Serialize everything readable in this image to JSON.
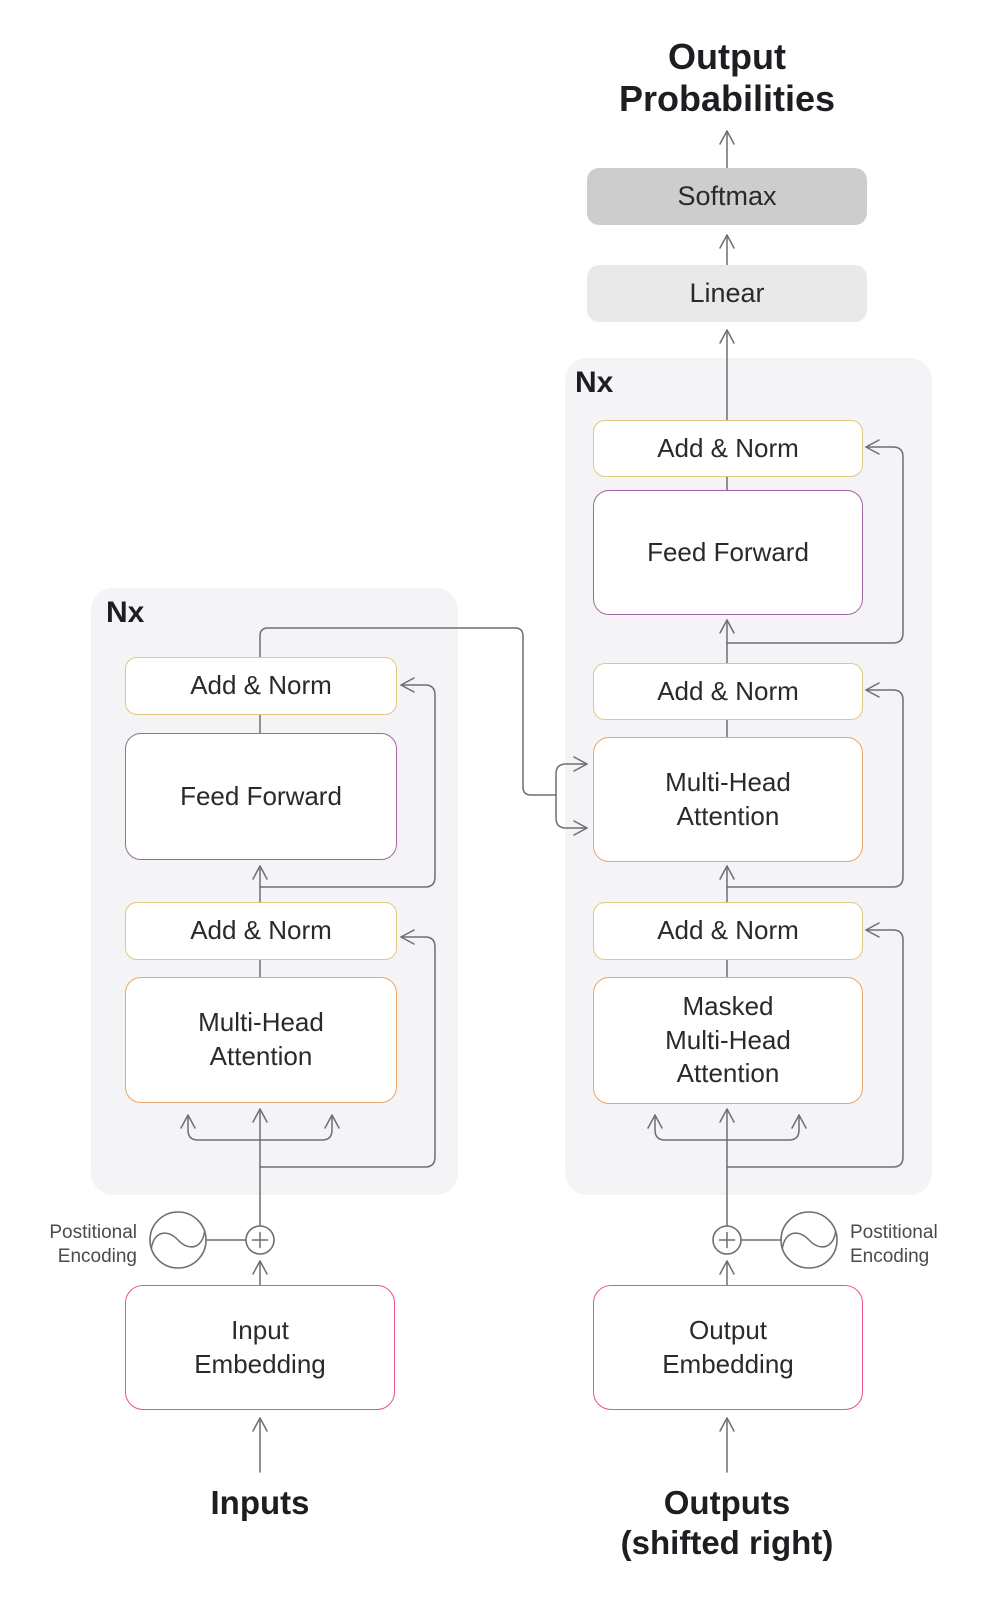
{
  "title_lines": [
    "Output",
    "Probabilities"
  ],
  "head": {
    "softmax": "Softmax",
    "linear": "Linear"
  },
  "decoder": {
    "nx": "Nx",
    "add_norm_top": "Add & Norm",
    "feed_forward": "Feed Forward",
    "add_norm_mid": "Add & Norm",
    "attention_lines": [
      "Multi-Head",
      "Attention"
    ],
    "add_norm_bottom": "Add & Norm",
    "masked_attention_lines": [
      "Masked",
      "Multi-Head",
      "Attention"
    ],
    "embedding_lines": [
      "Output",
      "Embedding"
    ],
    "pos_label_lines": [
      "Postitional",
      "Encoding"
    ],
    "bottom_label_lines": [
      "Outputs",
      "(shifted right)"
    ]
  },
  "encoder": {
    "nx": "Nx",
    "add_norm_top": "Add & Norm",
    "feed_forward": "Feed Forward",
    "add_norm_bottom": "Add & Norm",
    "attention_lines": [
      "Multi-Head",
      "Attention"
    ],
    "embedding_lines": [
      "Input",
      "Embedding"
    ],
    "pos_label_lines": [
      "Postitional",
      "Encoding"
    ],
    "bottom_label": "Inputs"
  },
  "colors": {
    "panel_bg": "#f4f4f6",
    "softmax_bg": "#cdcdcd",
    "linear_bg": "#e9e9e9",
    "add_norm_border": "#e0c97f",
    "feed_forward_border": "#a267a2",
    "attention_border": "#eaa668",
    "embedding_border": "#ee5287",
    "wire": "#6e6e73",
    "title_text": "#1e1e22",
    "box_text": "#2a2a2e",
    "pos_label_text": "#4b4b4f"
  }
}
